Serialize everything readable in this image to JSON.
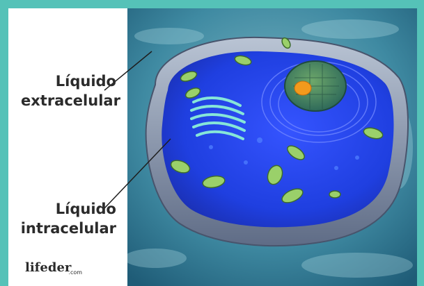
{
  "labels": {
    "extracellular_line1": "Líquido",
    "extracellular_line2": "extracelular",
    "intracellular_line1": "Líquido",
    "intracellular_line2": "intracelular"
  },
  "logo": {
    "main": "lifeder",
    "sub": ".com"
  },
  "colors": {
    "frame": "#55c2b8",
    "cytoplasm": "#1f3fe0",
    "membrane": "#8a94a8",
    "nucleus": "#2f6a5a",
    "nucleolus": "#f39a1c",
    "organelles": "#9ad06a",
    "text": "#2b2b2b"
  }
}
